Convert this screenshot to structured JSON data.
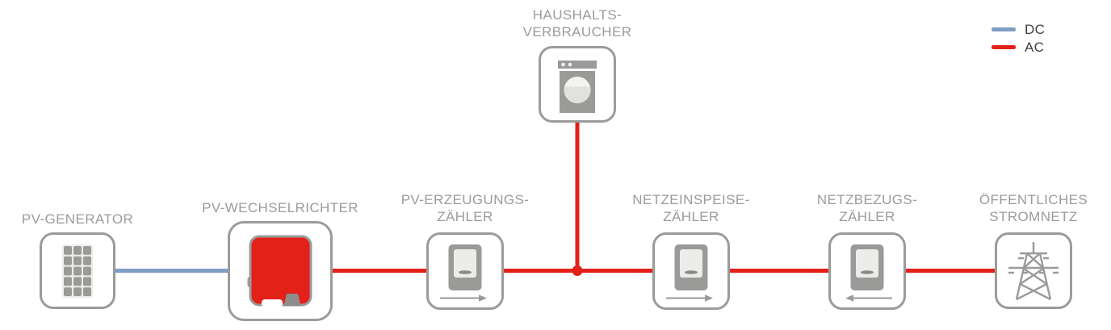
{
  "legend": {
    "items": [
      {
        "label": "DC",
        "color": "#7f9ec6"
      },
      {
        "label": "AC",
        "color": "#e32119"
      }
    ]
  },
  "colors": {
    "dc_line": "#7f9ec6",
    "ac_line": "#e32119",
    "inverter_red": "#e32119",
    "icon_gray": "#9a9a98",
    "icon_light_gray": "#ececea",
    "label_gray": "#9b9b9b",
    "legend_text": "#404040"
  },
  "nodes": {
    "pv_generator": {
      "label": "PV-GENERATOR",
      "icon": "solar-panel-icon"
    },
    "pv_wechselrichter": {
      "label": "PV-WECHSELRICHTER",
      "icon": "inverter-icon"
    },
    "pv_erzeugungszaehler": {
      "label_line1": "PV-ERZEUGUNGS-",
      "label_line2": "ZÄHLER",
      "icon": "energy-meter-icon",
      "arrow_direction": "right"
    },
    "haushaltsverbraucher": {
      "label_line1": "HAUSHALTS-",
      "label_line2": "VERBRAUCHER",
      "icon": "washing-machine-icon"
    },
    "netzeinspeisezaehler": {
      "label_line1": "NETZEINSPEISE-",
      "label_line2": "ZÄHLER",
      "icon": "energy-meter-icon",
      "arrow_direction": "right"
    },
    "netzbezugszaehler": {
      "label_line1": "NETZBEZUGS-",
      "label_line2": "ZÄHLER",
      "icon": "energy-meter-icon",
      "arrow_direction": "left"
    },
    "oeffentliches_stromnetz": {
      "label_line1": "ÖFFENTLICHES",
      "label_line2": "STROMNETZ",
      "icon": "power-grid-tower-icon"
    }
  },
  "connections": [
    {
      "from": "pv_generator",
      "to": "pv_wechselrichter",
      "type": "DC"
    },
    {
      "from": "pv_wechselrichter",
      "to": "pv_erzeugungszaehler",
      "type": "AC"
    },
    {
      "from": "pv_erzeugungszaehler",
      "to": "netzeinspeisezaehler",
      "type": "AC"
    },
    {
      "from": "haushaltsverbraucher",
      "to": "ac-bus-junction",
      "type": "AC"
    },
    {
      "from": "netzeinspeisezaehler",
      "to": "netzbezugszaehler",
      "type": "AC"
    },
    {
      "from": "netzbezugszaehler",
      "to": "oeffentliches_stromnetz",
      "type": "AC"
    }
  ]
}
